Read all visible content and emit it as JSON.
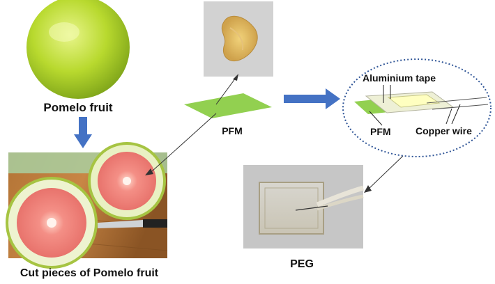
{
  "labels": {
    "pomelo_fruit": "Pomelo fruit",
    "cut_pieces": "Cut pieces of Pomelo fruit",
    "pfm": "PFM",
    "peg": "PEG",
    "aluminium_tape": "Aluminium tape",
    "pfm_inset": "PFM",
    "copper_wire": "Copper wire"
  },
  "colors": {
    "arrow_blue": "#4472c4",
    "pfm_green": "#92d050",
    "inset_border": "#2f5597",
    "tape_yellow": "#ffffc0"
  }
}
